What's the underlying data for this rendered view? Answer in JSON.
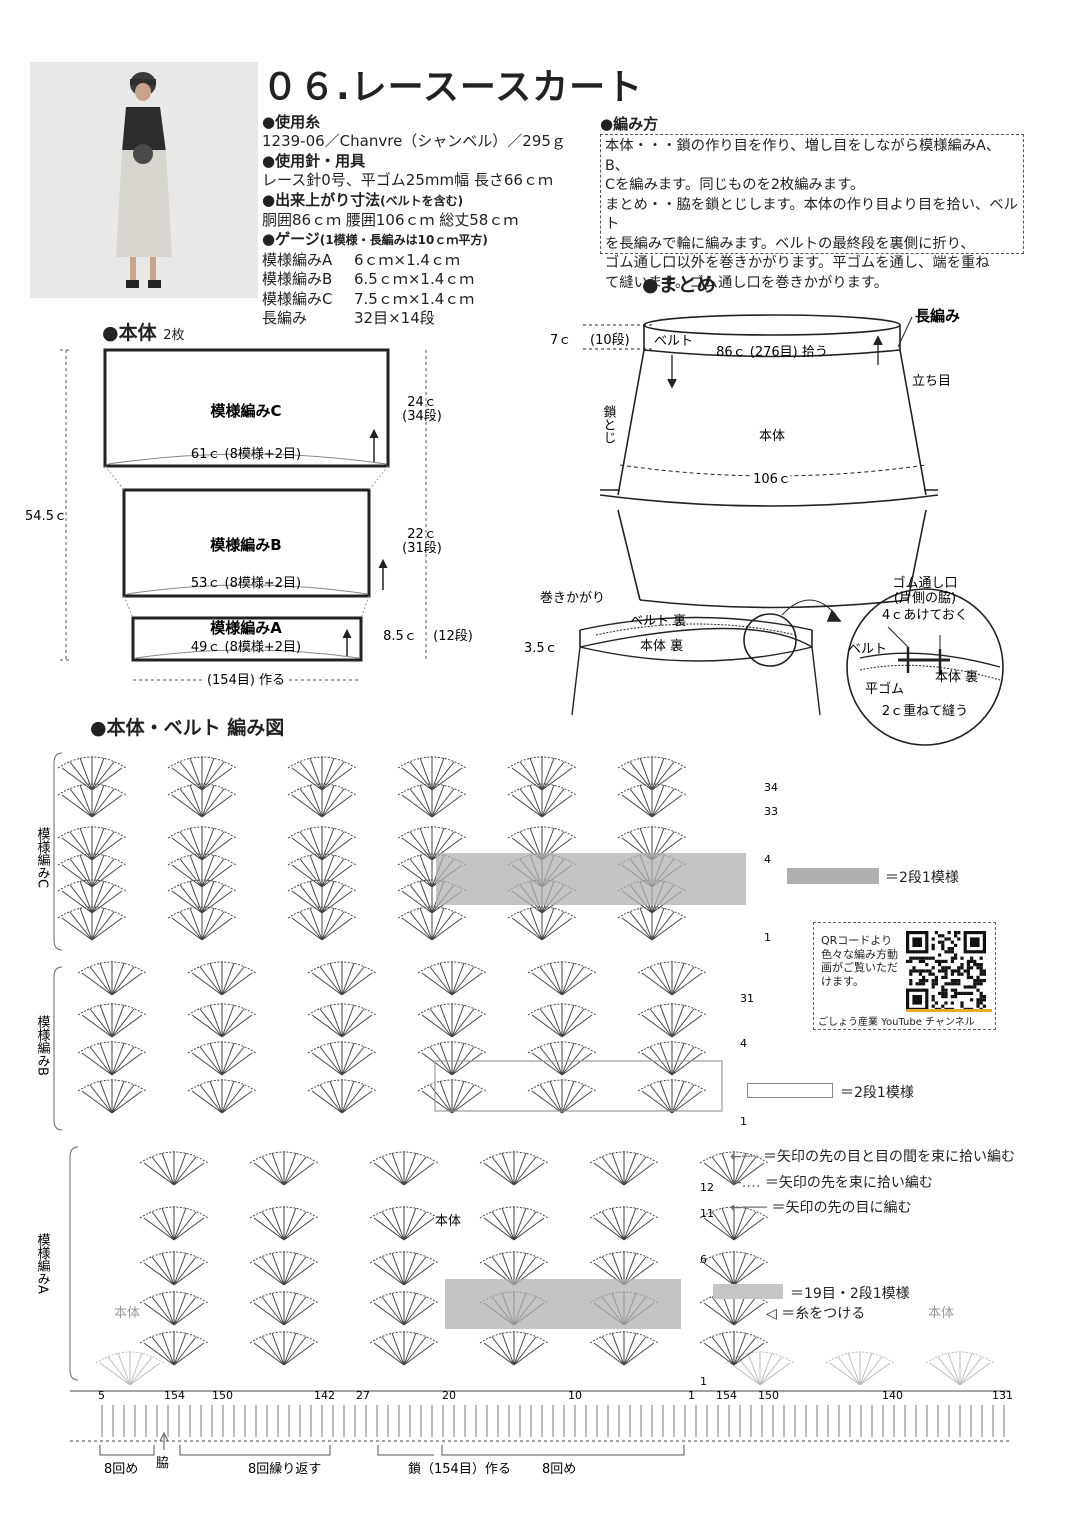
{
  "title": "０６.レースースカート",
  "yarn": {
    "heading": "●使用糸",
    "value": "1239-06／Chanvre（シャンベル）／295ｇ"
  },
  "needles": {
    "heading": "●使用針・用具",
    "value": "レース針0号、平ゴム25mm幅 長さ66ｃｍ"
  },
  "finished": {
    "heading": "●出来上がり寸法",
    "heading_note": "(ベルトを含む)",
    "value": "胴囲86ｃｍ 腰囲106ｃｍ 総丈58ｃｍ"
  },
  "gauge": {
    "heading": "●ゲージ",
    "heading_note": "(1模様・長編みは10ｃｍ平方)",
    "rows": [
      {
        "label": "模様編みA",
        "value": "6ｃｍ×1.4ｃｍ"
      },
      {
        "label": "模様編みB",
        "value": "6.5ｃｍ×1.4ｃｍ"
      },
      {
        "label": "模様編みC",
        "value": "7.5ｃｍ×1.4ｃｍ"
      },
      {
        "label": "長編み",
        "value": "32目×14段"
      }
    ]
  },
  "method": {
    "heading": "●編み方",
    "lines": [
      "本体・・・鎖の作り目を作り、増し目をしながら模様編みA、B、",
      "Cを編みます。同じものを2枚編みます。",
      "まとめ・・脇を鎖とじします。本体の作り目より目を拾い、ベルト",
      "を長編みで輪に編みます。ベルトの最終段を裏側に折り、",
      "ゴム通し口以外を巻きかがります。平ゴムを通し、端を重ね",
      "て縫います。ゴム通し口を巻きかがります。"
    ]
  },
  "body_diagram": {
    "heading": "●本体",
    "count": "2枚",
    "total_height": "54.5ｃ",
    "panels": [
      {
        "name": "模様編みC",
        "width": "61ｃ (8模様+2目)",
        "height": "24ｃ",
        "rows": "(34段)"
      },
      {
        "name": "模様編みB",
        "width": "53ｃ (8模様+2目)",
        "height": "22ｃ",
        "rows": "(31段)"
      },
      {
        "name": "模様編みA",
        "width": "49ｃ (8模様+2目)",
        "height": "8.5ｃ",
        "rows": "(12段)"
      }
    ],
    "start": "(154目) 作る"
  },
  "matome": {
    "heading": "●まとめ",
    "belt_height": "7ｃ",
    "belt_rows": "(10段)",
    "belt": "ベルト",
    "belt_pickup": "86ｃ (276目) 拾う",
    "double_crochet": "長編み",
    "turning_chain": "立ち目",
    "side_seam": "鎖とじ",
    "body": "本体",
    "hip": "106ｃ",
    "whip": "巻きかがり",
    "belt_back": "ベルト 裏",
    "body_back": "本体 裏",
    "fold": "3.5ｃ",
    "opening_title": "ゴム通し口",
    "opening_side": "(片側の脇)",
    "opening_leave": "4ｃあけておく",
    "opening_belt": "ベルト",
    "elastic": "平ゴム",
    "opening_body_back": "本体 裏",
    "overlap": "2ｃ重ねて縫う"
  },
  "chart": {
    "heading": "●本体・ベルト 編み図",
    "side_labels": [
      "模様編みC",
      "模様編みB",
      "模様編みA"
    ],
    "row_numbers": {
      "c": [
        "34",
        "33",
        "4",
        "1"
      ],
      "b": [
        "31",
        "4",
        "1"
      ],
      "a": [
        "12",
        "11",
        "6",
        "1"
      ]
    },
    "body_label": "本体",
    "side_body_left": "本体",
    "side_body_right": "本体",
    "stitch_numbers": [
      "5",
      "154",
      "150",
      "142",
      "27",
      "20",
      "10",
      "1",
      "154",
      "150",
      "140",
      "131"
    ],
    "bottom": {
      "repeat_left": "8回め",
      "side": "脇",
      "repeat": "8回繰り返す",
      "chain": "鎖（154目）作る",
      "repeat_right": "8回め"
    },
    "legends": {
      "c_repeat": "＝2段1模様",
      "b_repeat": "＝2段1模様",
      "arrow_between": "＝矢印の先の目と目の間を束に拾い編む",
      "arrow_bundle": "＝矢印の先を束に拾い編む",
      "arrow_stitch": "＝矢印の先の目に編む",
      "a_repeat": "＝19目・2段1模様",
      "attach": "＝糸をつける"
    }
  },
  "qr": {
    "text": "QRコードより色々な編み方動画がご覧いただけます。",
    "caption": "ごしょう産業 YouTube チャンネル"
  }
}
